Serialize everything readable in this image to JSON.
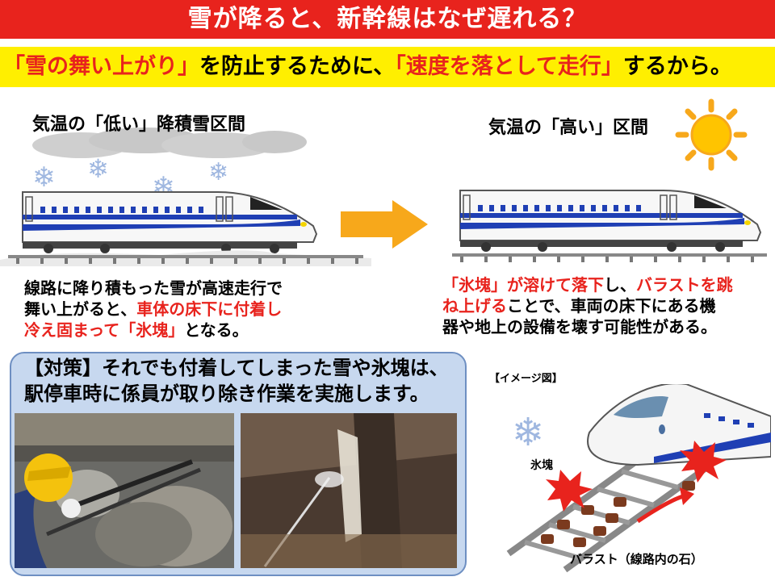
{
  "title": "雪が降ると、新幹線はなぜ遅れる？",
  "subtitle": {
    "part1": "「雪の舞い上がり」",
    "part2": "を防止するために、",
    "part3": "「速度を落として走行」",
    "part4": "するから。"
  },
  "left_heading": "気温の「低い」降積雪区間",
  "right_heading": "気温の「高い」区間",
  "left_caption": {
    "line1": "線路に降り積もった雪が高速走行で",
    "line2a": "舞い上がると、",
    "line2b": "車体の床下に付着し",
    "line3a": "冷え固まって「氷塊」",
    "line3b": "となる。"
  },
  "right_caption": {
    "line1a": "「氷塊」が溶けて落下",
    "line1b": "し、",
    "line1c": "バラストを跳",
    "line2a": "ね上げる",
    "line2b": "ことで、車両の床下にある機",
    "line3": "器や地上の設備を壊す可能性がある。"
  },
  "countermeasure": {
    "line1": "【対策】それでも付着してしまった雪や氷塊は、",
    "line2": "駅停車時に係員が取り除き作業を実施します。"
  },
  "image_label": "【イメージ図】",
  "ice_label": "氷塊",
  "ballast_label": "バラスト（線路内の石）",
  "colors": {
    "red": "#e8231d",
    "yellow": "#ffef00",
    "blue": "#1f3fb4",
    "arrow": "#f7a81b"
  }
}
